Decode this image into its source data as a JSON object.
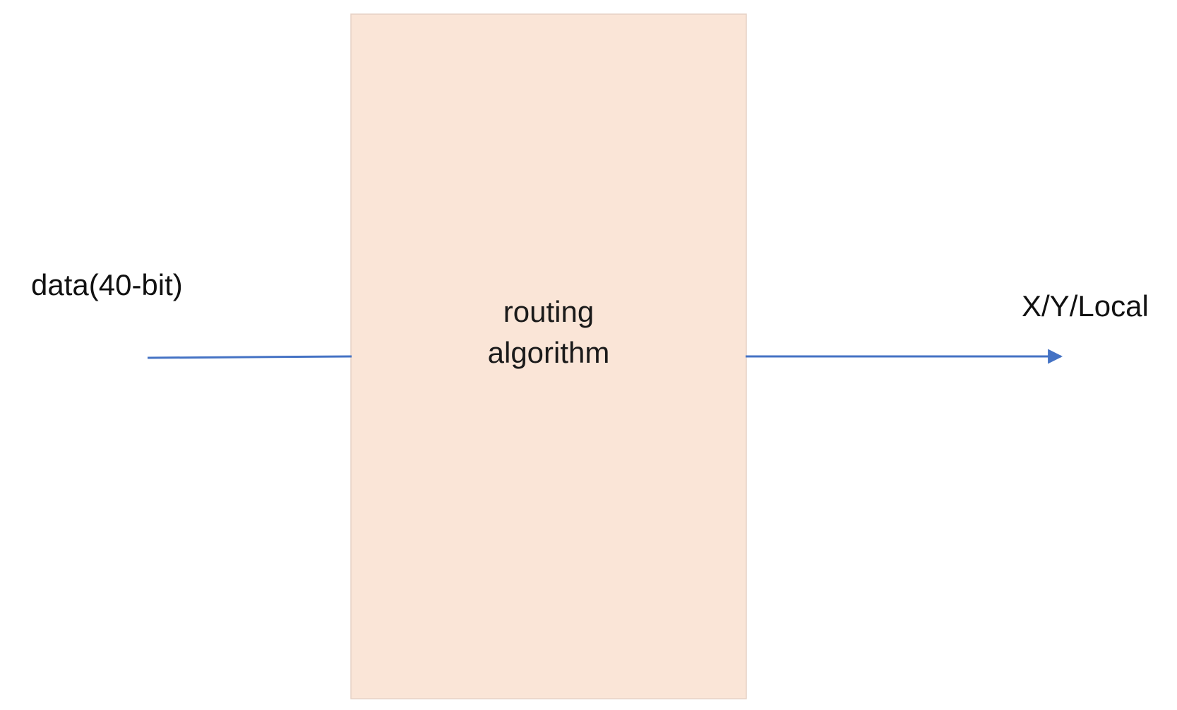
{
  "diagram": {
    "input_label": "data(40-bit)",
    "block_label": "routing\nalgorithm",
    "output_label": "X/Y/Local"
  },
  "colors": {
    "block_fill": "#fae5d7",
    "block_border": "#e6d2c5",
    "arrow": "#4472c4",
    "text": "#111111"
  }
}
